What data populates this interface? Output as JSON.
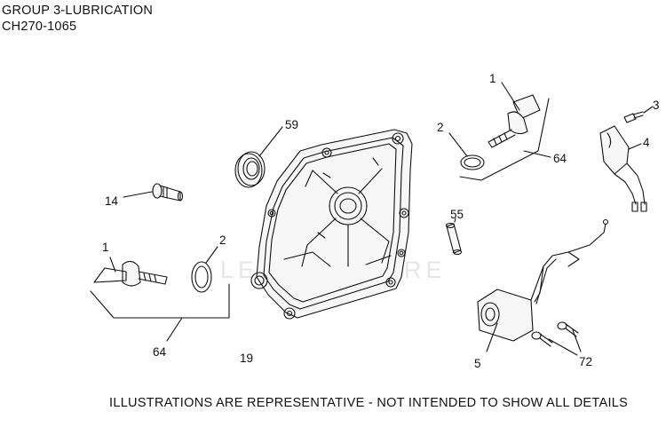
{
  "header": {
    "title": "GROUP 3-LUBRICATION",
    "code": "CH270-1065"
  },
  "footer": {
    "note": "ILLUSTRATIONS ARE REPRESENTATIVE - NOT INTENDED TO SHOW ALL DETAILS"
  },
  "watermark": {
    "text": "LEADVENTURE"
  },
  "callouts": {
    "c59": "59",
    "c14": "14",
    "c1_left": "1",
    "c2_left": "2",
    "c64_left": "64",
    "c19": "19",
    "c1_right": "1",
    "c2_right": "2",
    "c64_right": "64",
    "c55": "55",
    "c3": "3",
    "c4": "4",
    "c5": "5",
    "c72": "72"
  },
  "colors": {
    "line": "#111111",
    "part_fill": "#f7f7f7",
    "watermark": "#e6e6e6"
  }
}
